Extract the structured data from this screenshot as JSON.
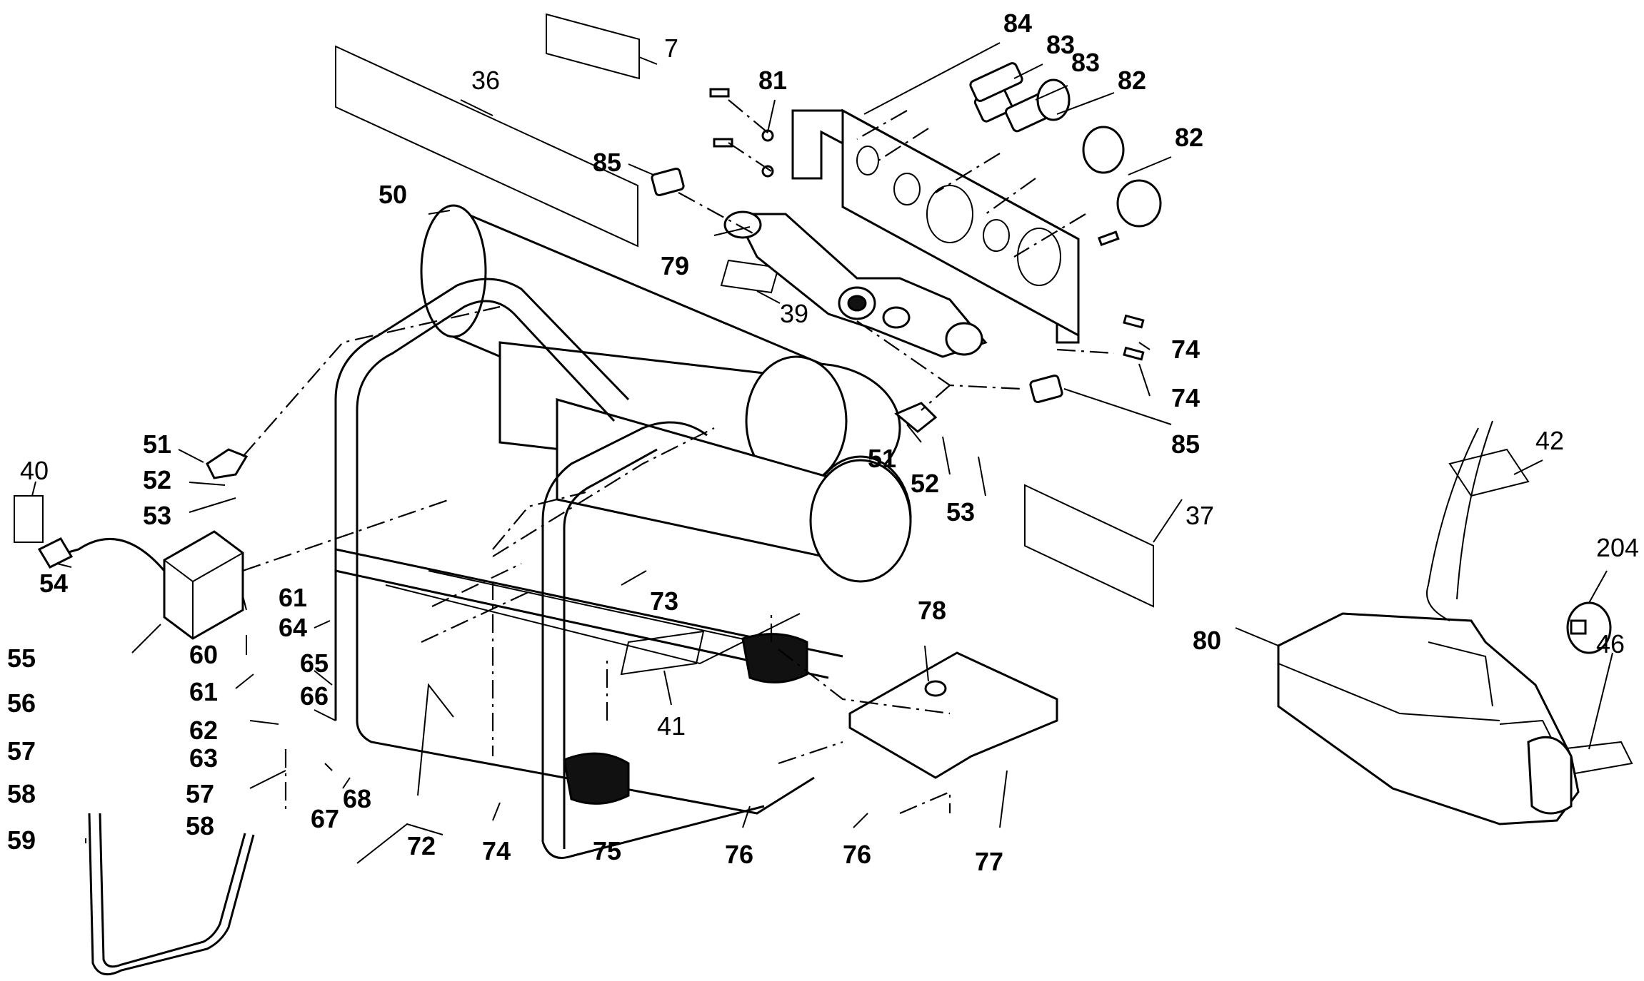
{
  "diagram": {
    "labels": [
      {
        "id": "c7",
        "text": "7",
        "bold": false
      },
      {
        "id": "c36",
        "text": "36",
        "bold": false
      },
      {
        "id": "c37",
        "text": "37",
        "bold": false
      },
      {
        "id": "c39",
        "text": "39",
        "bold": false
      },
      {
        "id": "c40",
        "text": "40",
        "bold": false
      },
      {
        "id": "c41",
        "text": "41",
        "bold": false
      },
      {
        "id": "c42",
        "text": "42",
        "bold": false
      },
      {
        "id": "c46",
        "text": "46",
        "bold": false
      },
      {
        "id": "c204",
        "text": "204",
        "bold": false
      },
      {
        "id": "c50",
        "text": "50",
        "bold": true
      },
      {
        "id": "c51a",
        "text": "51",
        "bold": true
      },
      {
        "id": "c51b",
        "text": "51",
        "bold": true
      },
      {
        "id": "c52a",
        "text": "52",
        "bold": true
      },
      {
        "id": "c52b",
        "text": "52",
        "bold": true
      },
      {
        "id": "c53a",
        "text": "53",
        "bold": true
      },
      {
        "id": "c53b",
        "text": "53",
        "bold": true
      },
      {
        "id": "c54",
        "text": "54",
        "bold": true
      },
      {
        "id": "c55",
        "text": "55",
        "bold": true
      },
      {
        "id": "c56",
        "text": "56",
        "bold": true
      },
      {
        "id": "c57a",
        "text": "57",
        "bold": true
      },
      {
        "id": "c57b",
        "text": "57",
        "bold": true
      },
      {
        "id": "c58a",
        "text": "58",
        "bold": true
      },
      {
        "id": "c58b",
        "text": "58",
        "bold": true
      },
      {
        "id": "c59",
        "text": "59",
        "bold": true
      },
      {
        "id": "c60",
        "text": "60",
        "bold": true
      },
      {
        "id": "c61a",
        "text": "61",
        "bold": true
      },
      {
        "id": "c61b",
        "text": "61",
        "bold": true
      },
      {
        "id": "c62",
        "text": "62",
        "bold": true
      },
      {
        "id": "c63",
        "text": "63",
        "bold": true
      },
      {
        "id": "c64",
        "text": "64",
        "bold": true
      },
      {
        "id": "c65",
        "text": "65",
        "bold": true
      },
      {
        "id": "c66",
        "text": "66",
        "bold": true
      },
      {
        "id": "c67",
        "text": "67",
        "bold": true
      },
      {
        "id": "c68",
        "text": "68",
        "bold": true
      },
      {
        "id": "c72",
        "text": "72",
        "bold": true
      },
      {
        "id": "c73",
        "text": "73",
        "bold": true
      },
      {
        "id": "c74a",
        "text": "74",
        "bold": true
      },
      {
        "id": "c74b",
        "text": "74",
        "bold": true
      },
      {
        "id": "c74c",
        "text": "74",
        "bold": true
      },
      {
        "id": "c75",
        "text": "75",
        "bold": true
      },
      {
        "id": "c76a",
        "text": "76",
        "bold": true
      },
      {
        "id": "c76b",
        "text": "76",
        "bold": true
      },
      {
        "id": "c77",
        "text": "77",
        "bold": true
      },
      {
        "id": "c78",
        "text": "78",
        "bold": true
      },
      {
        "id": "c79",
        "text": "79",
        "bold": true
      },
      {
        "id": "c80",
        "text": "80",
        "bold": true
      },
      {
        "id": "c81",
        "text": "81",
        "bold": true
      },
      {
        "id": "c82a",
        "text": "82",
        "bold": true
      },
      {
        "id": "c82b",
        "text": "82",
        "bold": true
      },
      {
        "id": "c83a",
        "text": "83",
        "bold": true
      },
      {
        "id": "c83b",
        "text": "83",
        "bold": true
      },
      {
        "id": "c84",
        "text": "84",
        "bold": true
      },
      {
        "id": "c85a",
        "text": "85",
        "bold": true
      },
      {
        "id": "c85b",
        "text": "85",
        "bold": true
      }
    ]
  }
}
